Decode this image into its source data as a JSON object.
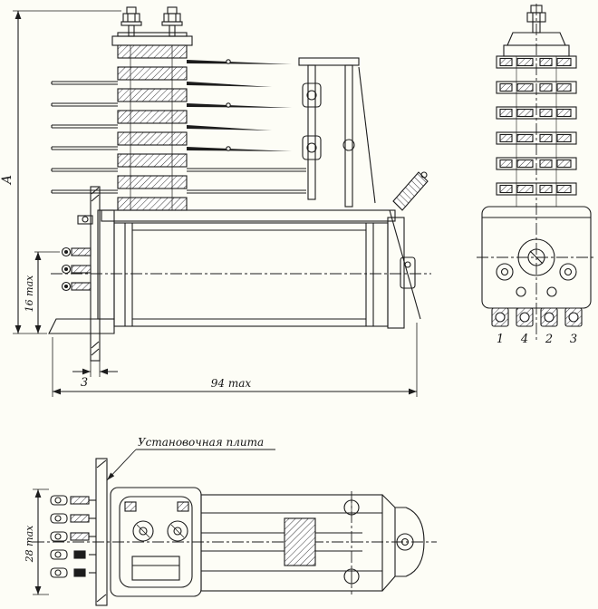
{
  "drawing": {
    "ink": "#1c1c1c",
    "paper": "#fdfdf6"
  },
  "side_view": {
    "dim_a": "А",
    "dim_height": "16 max",
    "dim_plate_thickness": "3",
    "dim_length": "94 max"
  },
  "end_view": {
    "terminals": [
      "1",
      "4",
      "2",
      "3"
    ]
  },
  "top_view": {
    "plate_label": "Установочная плита",
    "dim_width": "28 max"
  }
}
